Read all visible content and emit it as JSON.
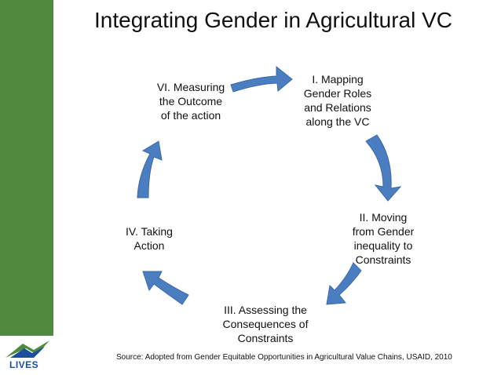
{
  "slide": {
    "title": "Integrating Gender in Agricultural VC",
    "steps": [
      {
        "label": "I. Mapping\nGender Roles\nand Relations\nalong the VC"
      },
      {
        "label": "II. Moving\nfrom Gender\ninequality to\nConstraints"
      },
      {
        "label": "III. Assessing the\nConsequences of\nConstraints"
      },
      {
        "label": "IV. Taking\nAction"
      },
      {
        "label": "VI. Measuring\nthe Outcome\nof the action"
      }
    ],
    "source": "Source: Adopted from Gender Equitable Opportunities in Agricultural Value Chains, USAID, 2010",
    "logo_text": "LIVES"
  },
  "colors": {
    "sidebar": "#4f8a3f",
    "arrow": "#4a7ec0",
    "arrow_edge": "#3b6aa8",
    "text": "#111111",
    "logo_blue": "#1b4f9c"
  }
}
